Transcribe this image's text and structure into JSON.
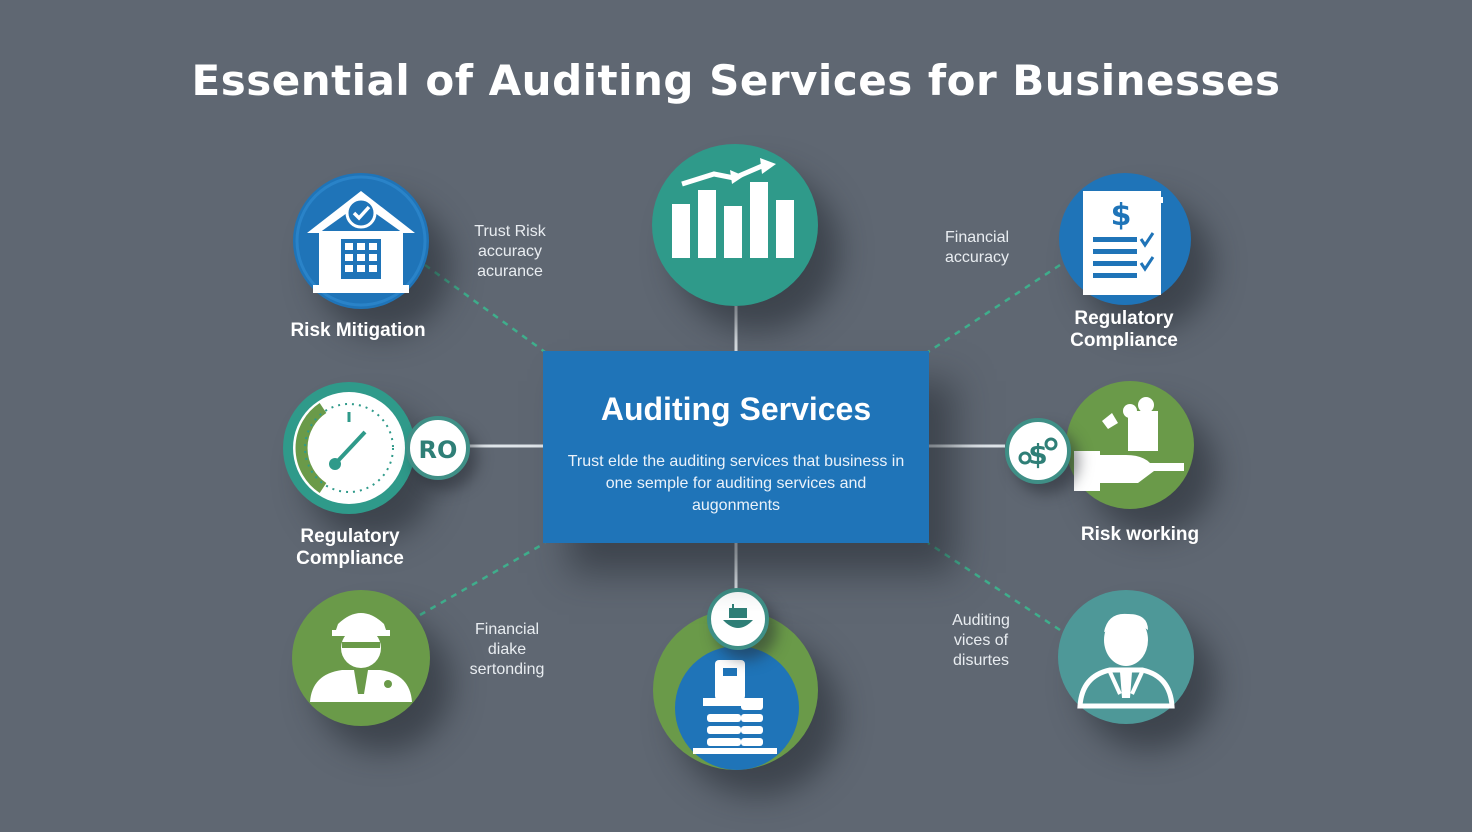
{
  "title": "Essential of Auditing Services for Businesses",
  "center": {
    "title": "Auditing Services",
    "description": "Trust elde the auditing services that business in one semple for auditing services and augonments"
  },
  "nodes": [
    {
      "id": "top-left",
      "label": "Risk Mitigation",
      "icon": "building-check-icon"
    },
    {
      "id": "top-center",
      "icon": "bar-chart-trend-icon"
    },
    {
      "id": "top-right",
      "label": "Regulatory Compliance",
      "icon": "dollar-checklist-icon"
    },
    {
      "id": "mid-left",
      "label": "Regulatory Compliance",
      "icon": "gauge-icon",
      "badge_text": "RO"
    },
    {
      "id": "mid-right",
      "label": "Risk working",
      "icon": "hand-money-icon",
      "badge_icon": "dollar-coins-icon"
    },
    {
      "id": "bottom-left",
      "icon": "auditor-person-icon"
    },
    {
      "id": "bottom-center",
      "icon": "coin-stacks-icon",
      "badge_icon": "cash-bowl-icon"
    },
    {
      "id": "bottom-right",
      "icon": "businessman-icon"
    }
  ],
  "notes": {
    "top_left": [
      "Trust Risk",
      "accuracy",
      "acurance"
    ],
    "top_right": [
      "Financial",
      "accuracy"
    ],
    "bottom_left": [
      "Financial",
      "diake",
      "sertonding"
    ],
    "bottom_right": [
      "Auditing",
      "vices of",
      "disurtes"
    ]
  },
  "colors": {
    "background": "#5f6772",
    "blue": "#1f74b8",
    "teal": "#2f9a8a",
    "green": "#6a9a49",
    "slate_teal": "#4e9898"
  }
}
